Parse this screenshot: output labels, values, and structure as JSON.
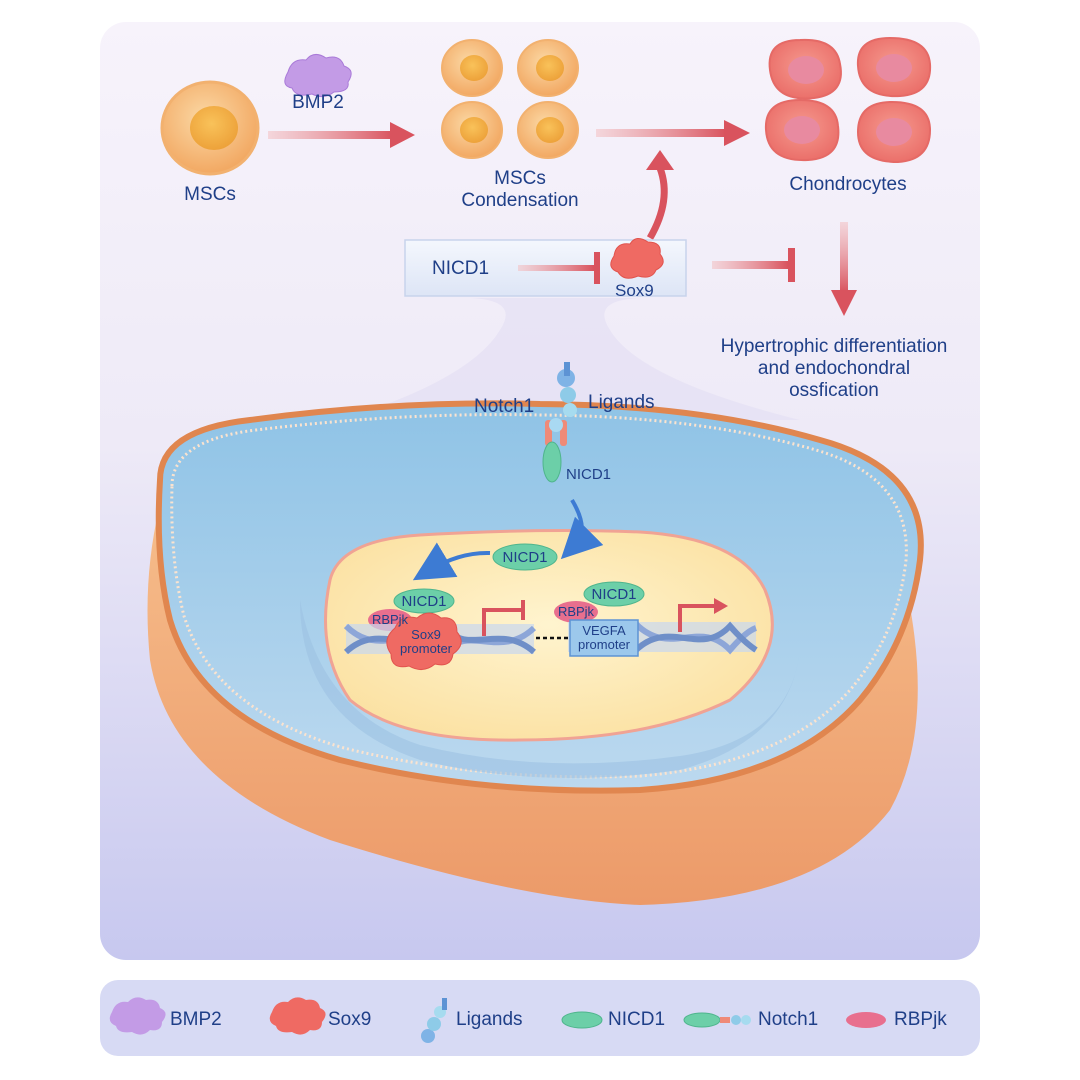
{
  "labels": {
    "mscs": "MSCs",
    "bmp2": "BMP2",
    "condensation_line1": "MSCs",
    "condensation_line2": "Condensation",
    "chondrocytes": "Chondrocytes",
    "nicd1_box": "NICD1",
    "sox9_box": "Sox9",
    "hypertrophic_line1": "Hypertrophic differentiation",
    "hypertrophic_line2": "and endochondral",
    "hypertrophic_line3": "ossfication",
    "notch1": "Notch1",
    "ligands": "Ligands",
    "nicd1_membrane": "NICD1",
    "nicd1_nucleus": "NICD1",
    "nicd1_left": "NICD1",
    "nicd1_right": "NICD1",
    "rbpjk_left": "RBPjk",
    "rbpjk_right": "RBPjk",
    "sox9_promoter_line1": "Sox9",
    "sox9_promoter_line2": "promoter",
    "vegfa_promoter_line1": "VEGFA",
    "vegfa_promoter_line2": "promoter"
  },
  "legend": [
    {
      "icon": "bmp2-protein-icon",
      "label": "BMP2"
    },
    {
      "icon": "sox9-protein-icon",
      "label": "Sox9"
    },
    {
      "icon": "ligands-icon",
      "label": "Ligands"
    },
    {
      "icon": "nicd1-icon",
      "label": "NICD1"
    },
    {
      "icon": "notch1-receptor-icon",
      "label": "Notch1"
    },
    {
      "icon": "rbpjk-icon",
      "label": "RBPjk"
    }
  ],
  "colors": {
    "text": "#1f3f88",
    "arrow": "#d9535e",
    "cell_orange": "#f4b56e",
    "chondrocyte": "#f07c78",
    "nicd1_green": "#6ccfa8",
    "rbpjk_pink": "#e86f8e",
    "bmp2_purple": "#c39be6",
    "sox9_red": "#ef6a63"
  }
}
